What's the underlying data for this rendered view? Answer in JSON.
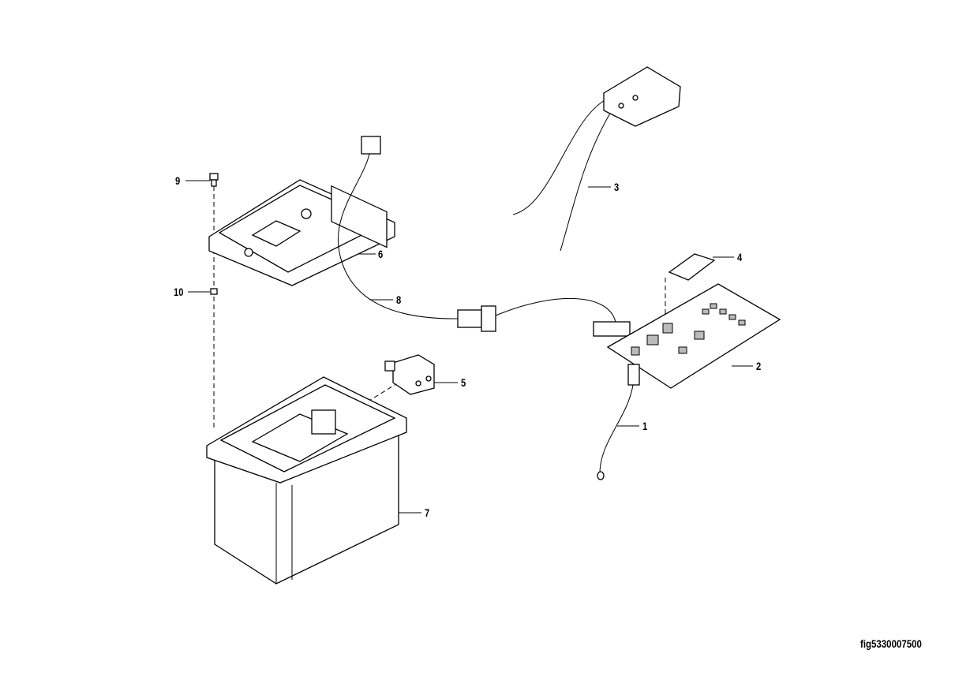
{
  "figure_id": "fig5330007500",
  "callouts": [
    {
      "number": "1",
      "part": "sensor-lead"
    },
    {
      "number": "2",
      "part": "circuit-board"
    },
    {
      "number": "3",
      "part": "power-cable-connector"
    },
    {
      "number": "4",
      "part": "fuse"
    },
    {
      "number": "5",
      "part": "relay-block"
    },
    {
      "number": "6",
      "part": "controller"
    },
    {
      "number": "7",
      "part": "battery"
    },
    {
      "number": "8",
      "part": "harness"
    },
    {
      "number": "9",
      "part": "screw"
    },
    {
      "number": "10",
      "part": "nut"
    }
  ]
}
